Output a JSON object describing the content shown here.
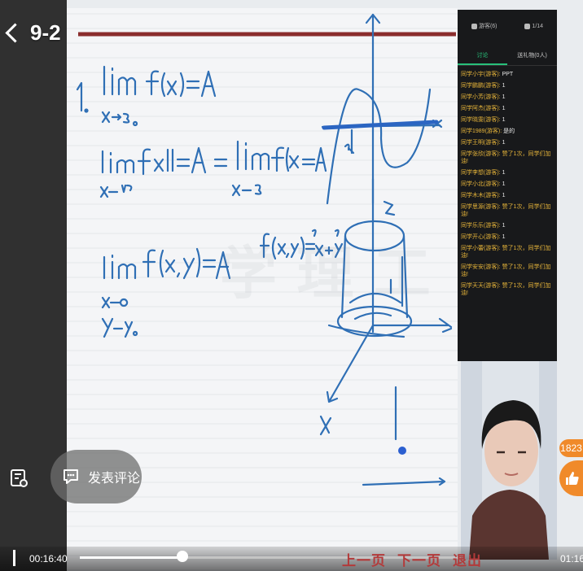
{
  "window": {
    "title": "9-2"
  },
  "chat": {
    "stats": {
      "viewers": "游客(6)",
      "likes": "1/14"
    },
    "tabs": [
      "讨论",
      "送礼物(0人)"
    ],
    "messages": [
      {
        "user": "同学小宇(游客)",
        "text": "PPT",
        "hi": false
      },
      {
        "user": "同学鹏鹏(游客)",
        "text": "1",
        "hi": false
      },
      {
        "user": "同学小芳(游客)",
        "text": "1",
        "hi": false
      },
      {
        "user": "同学阿杰(游客)",
        "text": "1",
        "hi": false
      },
      {
        "user": "同学晓雯(游客)",
        "text": "1",
        "hi": false
      },
      {
        "user": "同学1989(游客)",
        "text": "是的",
        "hi": false
      },
      {
        "user": "同学王明(游客)",
        "text": "1",
        "hi": false
      },
      {
        "user": "同学张欣(游客)",
        "text": "赞了1次，同学们加油!",
        "hi": true
      },
      {
        "user": "同学李想(游客)",
        "text": "1",
        "hi": false
      },
      {
        "user": "同学小北(游客)",
        "text": "1",
        "hi": false
      },
      {
        "user": "同学木木(游客)",
        "text": "1",
        "hi": false
      },
      {
        "user": "同学思源(游客)",
        "text": "赞了1次，同学们加油!",
        "hi": true
      },
      {
        "user": "同学乐乐(游客)",
        "text": "1",
        "hi": false
      },
      {
        "user": "同学开心(游客)",
        "text": "1",
        "hi": false
      },
      {
        "user": "同学小蕾(游客)",
        "text": "赞了1次，同学们加油!",
        "hi": true
      },
      {
        "user": "同学安安(游客)",
        "text": "赞了1次，同学们加油!",
        "hi": true
      },
      {
        "user": "同学天天(游客)",
        "text": "赞了1次，同学们加油!",
        "hi": true
      }
    ]
  },
  "like": {
    "count": "1823",
    "icon": "thumbs-up-icon"
  },
  "comment": {
    "label": "发表评论",
    "icon": "comment-icon"
  },
  "note": {
    "icon": "note-list-icon"
  },
  "player": {
    "current_time": "00:16:40",
    "duration": "01:16",
    "progress": 0.27,
    "prev_page": "上一页",
    "next_page": "下一页",
    "exit": "退出"
  },
  "colors": {
    "ink": "#2f6fb5",
    "accent": "#28c07a",
    "like": "#f08a2a"
  }
}
